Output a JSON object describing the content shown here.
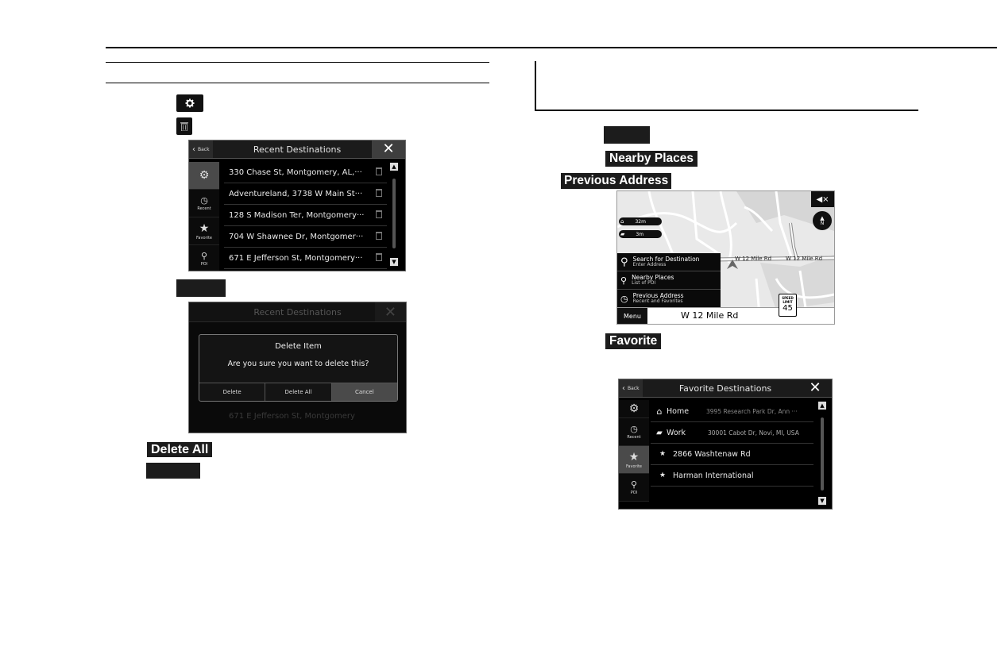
{
  "left": {
    "recent_screen": {
      "back_label": "Back",
      "title": "Recent Destinations",
      "sidebar": [
        {
          "label": "",
          "icon": "gear-icon"
        },
        {
          "label": "Recent",
          "icon": "clock-icon"
        },
        {
          "label": "Favorite",
          "icon": "star-icon"
        },
        {
          "label": "POI",
          "icon": "pin-icon"
        }
      ],
      "rows": [
        "330 Chase St, Montgomery, AL,···",
        "Adventureland, 3738 W Main St···",
        "128 S Madison Ter, Montgomery···",
        "704 W Shawnee Dr, Montgomer···",
        "671 E Jefferson St, Montgomery···"
      ]
    },
    "dialog_screen": {
      "title": "Recent Destinations",
      "dialog_title": "Delete Item",
      "dialog_text": "Are you sure you want to delete this?",
      "buttons": [
        "Delete",
        "Delete All",
        "Cancel"
      ],
      "visible_row": "671 E Jefferson St, Montgomery"
    },
    "delete_all_label": "Delete All"
  },
  "right": {
    "nearby_places_label": "Nearby Places",
    "previous_address_label": "Previous Address",
    "favorite_label": "Favorite",
    "map_screen": {
      "road_label_1": "W 12 Mile Rd",
      "road_label_2": "W 12 Mile Rd",
      "menu_items": [
        {
          "title": "Search for Destination",
          "sub": "Enter Address",
          "icon": "search-icon"
        },
        {
          "title": "Nearby Places",
          "sub": "List of POI",
          "icon": "pin-icon"
        },
        {
          "title": "Previous Address",
          "sub": "Recent and Favorites",
          "icon": "clock-icon"
        }
      ],
      "menu_button": "Menu",
      "street": "W 12 Mile Rd",
      "speed_limit_label": "SPEED LIMIT",
      "speed_limit": "45",
      "home_distance": "32m",
      "work_distance": "3m",
      "compass": "N"
    },
    "favorites_screen": {
      "back_label": "Back",
      "title": "Favorite Destinations",
      "sidebar": [
        {
          "label": "",
          "icon": "gear-icon"
        },
        {
          "label": "Recent",
          "icon": "clock-icon"
        },
        {
          "label": "Favorite",
          "icon": "star-icon"
        },
        {
          "label": "POI",
          "icon": "pin-icon"
        }
      ],
      "rows": [
        {
          "name": "Home",
          "address": "3995 Research Park Dr, Ann ···",
          "icon": "home-icon"
        },
        {
          "name": "Work",
          "address": "30001 Cabot Dr, Novi, MI, USA",
          "icon": "briefcase-icon"
        },
        {
          "name": "2866 Washtenaw Rd",
          "address": "",
          "icon": "star-icon"
        },
        {
          "name": "Harman International",
          "address": "",
          "icon": "star-icon"
        }
      ]
    }
  }
}
